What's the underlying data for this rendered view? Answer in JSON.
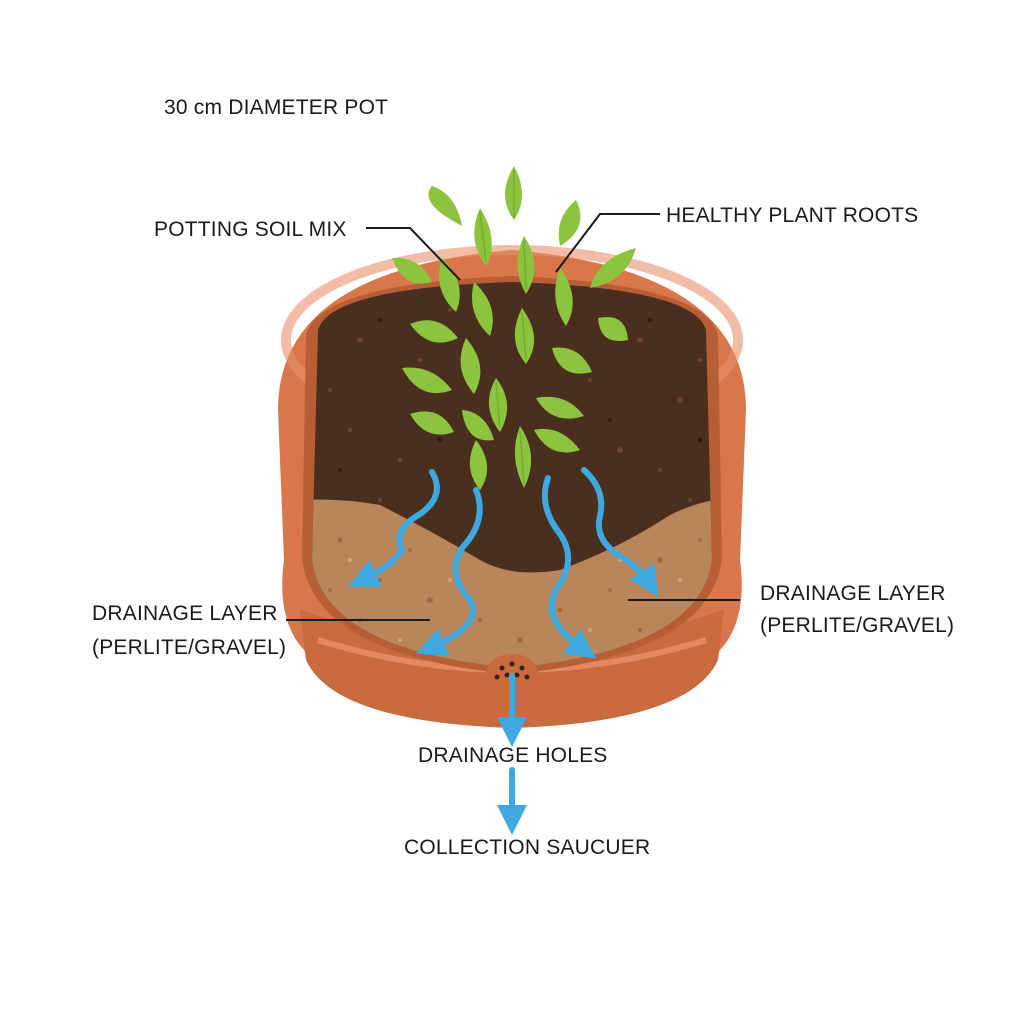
{
  "labels": {
    "pot_size": "30 cm DIAMETER POT",
    "potting_soil": "POTTING SOIL MIX",
    "healthy_roots": "HEALTHY PLANT ROOTS",
    "drainage_left_line1": "DRAINAGE LAYER",
    "drainage_left_line2": "(PERLITE/GRAVEL)",
    "drainage_right_line1": "DRAINAGE LAYER",
    "drainage_right_line2": "(PERLITE/GRAVEL)",
    "drainage_holes": "DRAINAGE HOLES",
    "collection_saucer": "COLLECTION SAUCUER"
  },
  "colors": {
    "pot_terracotta": "#D9774A",
    "pot_dark": "#B85E36",
    "pot_light": "#E8916A",
    "soil_dark": "#4A2E1E",
    "drainage_sand": "#B8865A",
    "leaf_green": "#8CC43F",
    "leaf_vein": "#5E8F25",
    "water_blue": "#3DA9DF",
    "leader_line": "#1a1a1a"
  },
  "icons": {
    "water_flow": "wavy-arrow-icon",
    "drain_hole": "drain-hole-icon",
    "leaf": "leaf-icon"
  }
}
